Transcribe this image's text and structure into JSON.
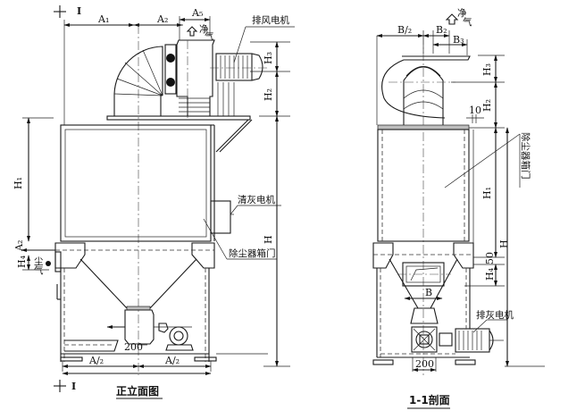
{
  "front_view": {
    "title": "正立面图",
    "section_mark": "I",
    "dimensions": {
      "a1": "A₁",
      "a2": "A₂",
      "a5": "A₅",
      "h1": "H₁",
      "h2": "H₂",
      "h3": "H₃",
      "h": "H",
      "h4": "H₄",
      "a2_left": "A₂",
      "half_a_left": "A/₂",
      "half_a_right": "A/₂",
      "outlet_200": "200"
    },
    "labels": {
      "exhaust_motor": "排风电机",
      "cleaning_motor": "清灰电机",
      "collector_door": "除尘器箱门",
      "clean_air": "净",
      "clean_air_2": "气",
      "dust_air": "尘",
      "dust_air_2": "气"
    }
  },
  "section_view": {
    "title": "1-1剖面",
    "dimensions": {
      "b_half": "B/₂",
      "b2": "B₂",
      "b3": "B₃",
      "h3": "H₃",
      "h2": "H₂",
      "h1": "H₁",
      "h": "H",
      "h4": "H₄",
      "gap_10": "10",
      "gap_50": "50",
      "b": "B",
      "outlet_200": "200"
    },
    "labels": {
      "clean_air": "净",
      "clean_air_2": "气",
      "collector_door": "除尘器箱门",
      "ash_motor": "排灰电机"
    }
  }
}
